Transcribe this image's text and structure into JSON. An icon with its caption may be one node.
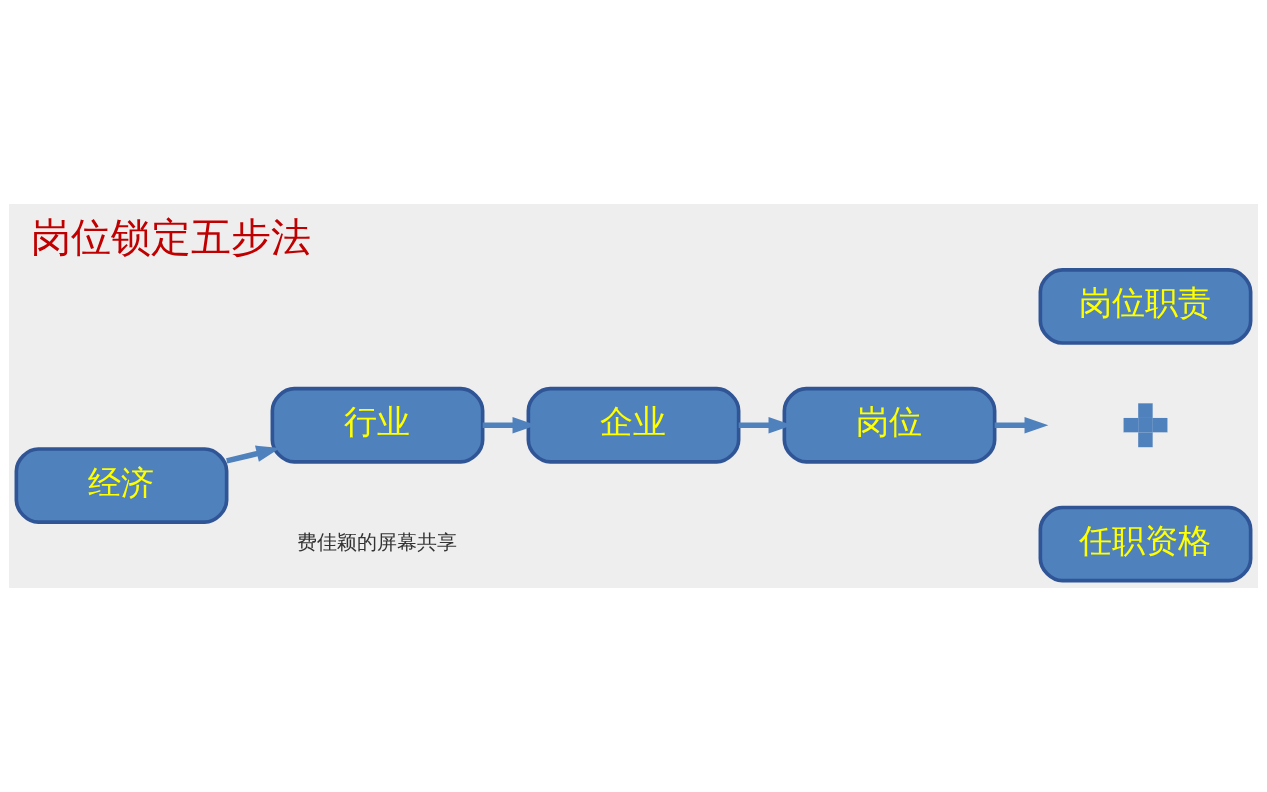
{
  "diagram": {
    "title": "岗位锁定五步法",
    "nodes": [
      {
        "text": [
          "经济"
        ]
      },
      {
        "text": [
          "行业"
        ]
      },
      {
        "text": [
          "企业"
        ]
      },
      {
        "text": [
          "岗位"
        ]
      },
      {
        "text": [
          "岗位职责"
        ]
      },
      {
        "text": [],
        "shape": "plus"
      },
      {
        "text": [
          "任职资格"
        ]
      }
    ],
    "edges": [
      {
        "from": 0,
        "to": 1,
        "arrow": "to"
      },
      {
        "from": 1,
        "to": 2,
        "arrow": "to"
      },
      {
        "from": 2,
        "to": 3,
        "arrow": "to"
      },
      {
        "from": 3,
        "to": 5,
        "arrow": "to"
      }
    ],
    "labels": [
      "费佳颖的屏幕共享"
    ]
  }
}
